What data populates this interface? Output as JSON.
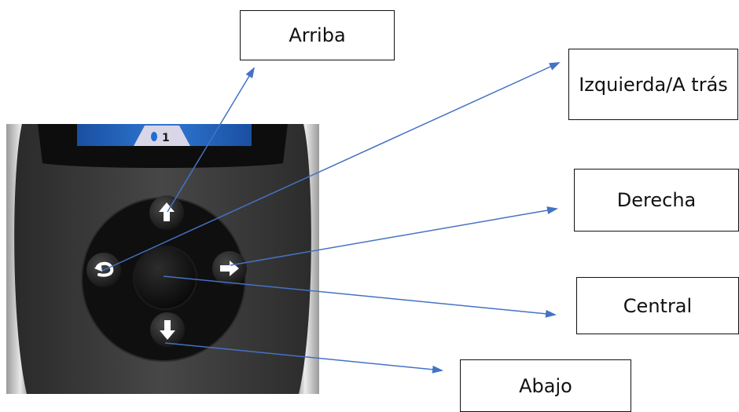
{
  "device": {
    "screen_text": "1",
    "buttons": [
      {
        "name": "up-button",
        "icon": "arrow-up-icon"
      },
      {
        "name": "back-button",
        "icon": "back-arrow-icon"
      },
      {
        "name": "right-button",
        "icon": "arrow-right-icon"
      },
      {
        "name": "center-button",
        "icon": "none"
      },
      {
        "name": "down-button",
        "icon": "arrow-down-icon"
      }
    ]
  },
  "labels": {
    "arriba": "Arriba",
    "izquierda_atras": "Izquierda/A trás",
    "derecha": "Derecha",
    "central": "Central",
    "abajo": "Abajo"
  },
  "colors": {
    "callout_line": "#4472c4",
    "device_body": "#3a3a3a",
    "dpad_ring": "#0f0f0f",
    "screen": "#1f5fb8",
    "button": "#202020",
    "button_icon": "#ffffff"
  }
}
